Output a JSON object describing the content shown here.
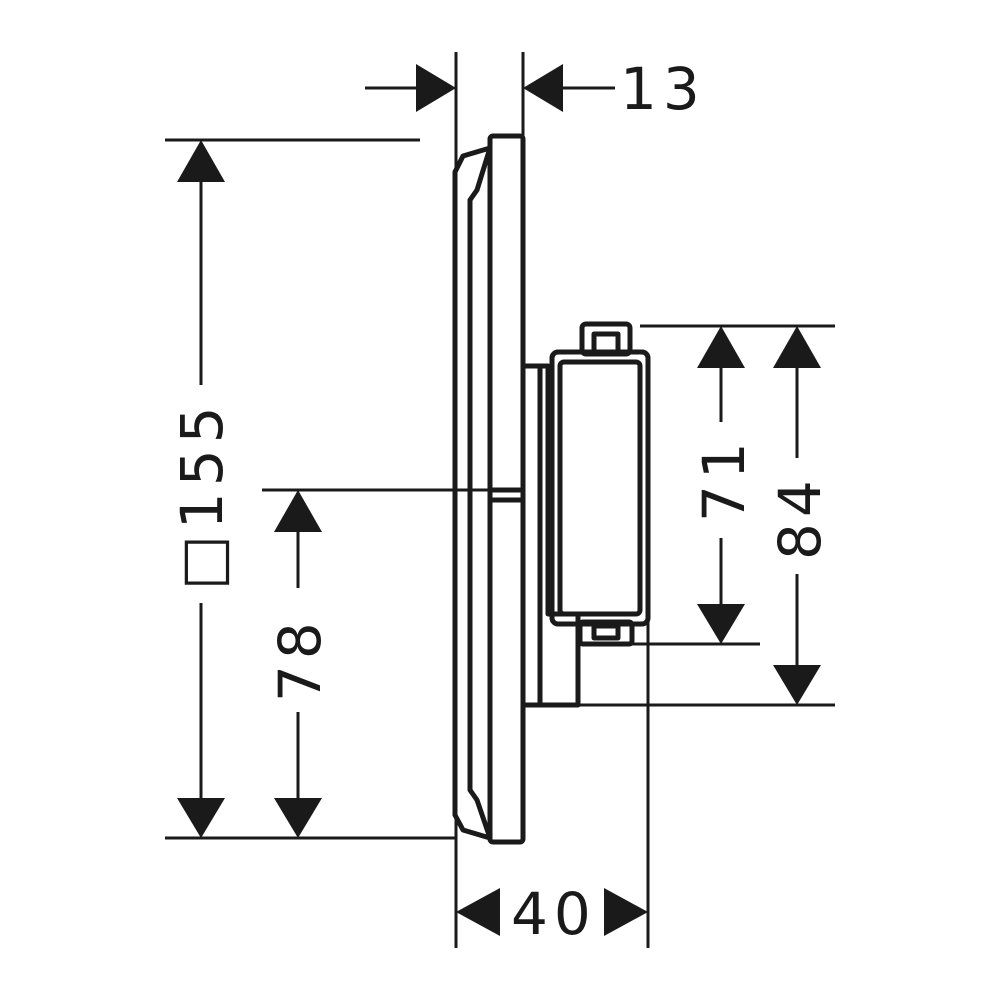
{
  "dimensions": {
    "depth_top": "13",
    "depth_total": "40",
    "height_square": "□155",
    "height_center": "78",
    "body_height": "71",
    "body_height_total": "84"
  }
}
